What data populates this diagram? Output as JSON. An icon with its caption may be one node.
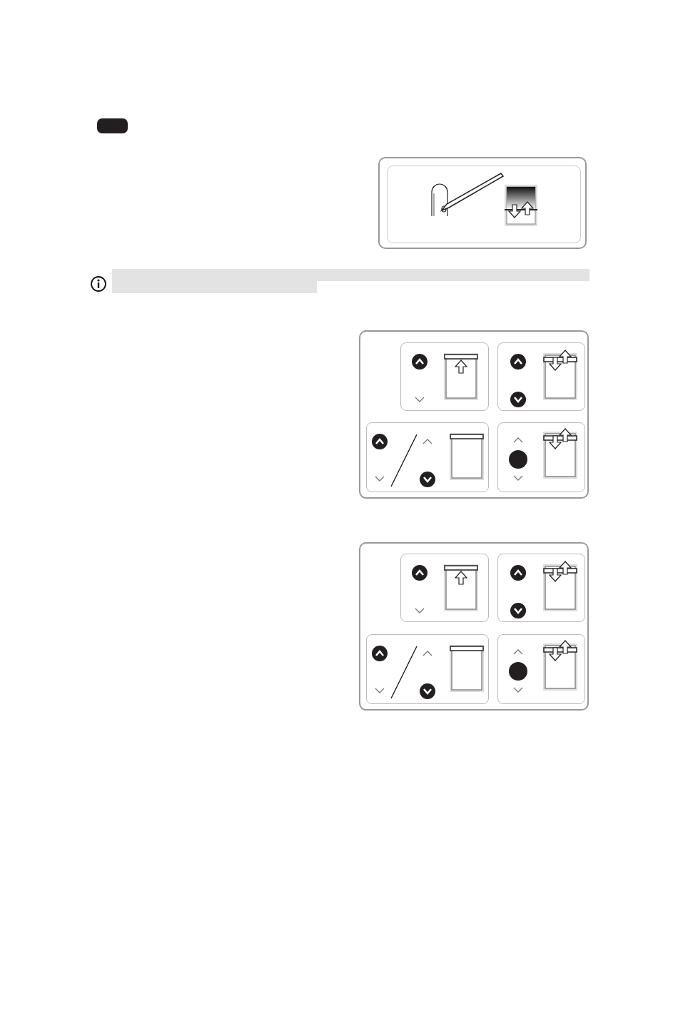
{
  "diagram": {
    "nodes": [
      {
        "text": [],
        "shape": "box"
      },
      {
        "text": [],
        "shape": "box"
      },
      {
        "text": [],
        "shape": "picture",
        "in": 1
      },
      {
        "text": [],
        "shape": "bar"
      },
      {
        "text": [],
        "shape": "box"
      },
      {
        "text": [],
        "shape": "box",
        "in": 4
      },
      {
        "text": [],
        "shape": "box",
        "in": 4
      },
      {
        "text": [],
        "shape": "box",
        "in": 4
      },
      {
        "text": [],
        "shape": "box",
        "in": 4
      },
      {
        "text": [],
        "shape": "box"
      },
      {
        "text": [],
        "shape": "box",
        "in": 9
      },
      {
        "text": [],
        "shape": "box",
        "in": 9
      },
      {
        "text": [],
        "shape": "box",
        "in": 9
      },
      {
        "text": [],
        "shape": "box",
        "in": 9
      }
    ]
  }
}
